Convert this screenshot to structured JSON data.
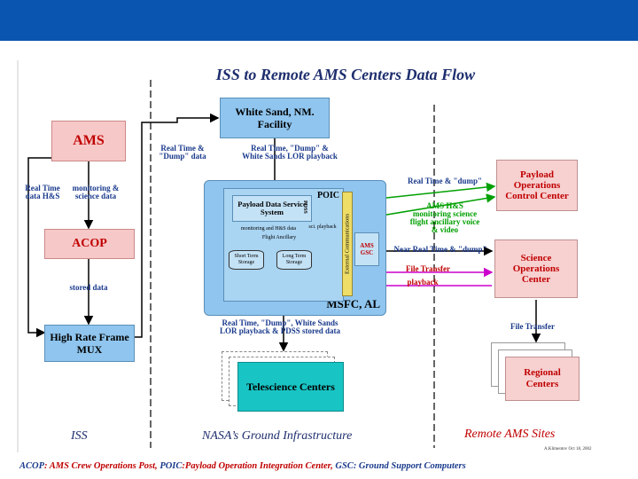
{
  "title": "ISS to Remote AMS Centers Data Flow",
  "nodes": {
    "ams": "AMS",
    "acop": "ACOP",
    "hrfm": "High Rate Frame MUX",
    "white_sand": "White Sand, NM. Facility",
    "poic": "POIC",
    "pdss": "Payload Data Service System",
    "pdss_tag": "PDSS",
    "ext_comm": "External Communications",
    "ams_gsc": "AMS GSC",
    "short_term": "Short Term Storage",
    "long_term": "Long Term Storage",
    "msfc": "MSFC, AL",
    "telescience": "Telescience Centers",
    "payload_ops": "Payload Operations Control Center",
    "science_ops": "Science Operations Center",
    "regional": "Regional Centers"
  },
  "labels": {
    "real_time_hs": "Real Time data H&S",
    "monitoring_science": "monitoring & science data",
    "stored_data": "stored data",
    "rt_dump_1": "Real Time & \"Dump\" data",
    "rt_dump_ws": "Real Time, \"Dump\" & White Sands LOR playback",
    "monitoring_hs_ops": "monitoring and H&S data",
    "flight_ancillary": "Flight Ancillary",
    "sci_playback": "sci. playback",
    "rt_dump_2": "Real Time & \"dump\"",
    "ams_hs_monitoring": "AMS H&S monitoring science flight ancillary voice & video",
    "near_rt_dump": "Near Real Time & \"dump\"",
    "file_transfer_1": "File Transfer",
    "playback": "playback",
    "rt_dump_pdss": "Real Time, \"Dump\", White Sands LOR playback & PDSS stored data",
    "file_transfer_2": "File Transfer",
    "credit": "A.Klimentov  Oct 18, 2002"
  },
  "regions": {
    "iss": "ISS",
    "nasa": "NASA’s Ground Infrastructure",
    "remote": "Remote AMS Sites"
  },
  "footer": {
    "acop_abbr": "ACOP",
    "acop_text": ": AMS Crew Operations Post, ",
    "poic_abbr": "POIC",
    "poic_text": ":Payload Operation Integration Center, ",
    "gsc_abbr": "GSC",
    "gsc_text": ": Ground Support Computers"
  },
  "colors": {
    "header_bar": "#0a55b0",
    "iss_box": "#f7c8c8",
    "nasa_box": "#8fc5ee",
    "teal_box": "#19c4c4",
    "link_green": "#00a000",
    "link_magenta": "#cc00cc",
    "footer_red": "#c00000",
    "footer_blue": "#1a3a8c"
  }
}
